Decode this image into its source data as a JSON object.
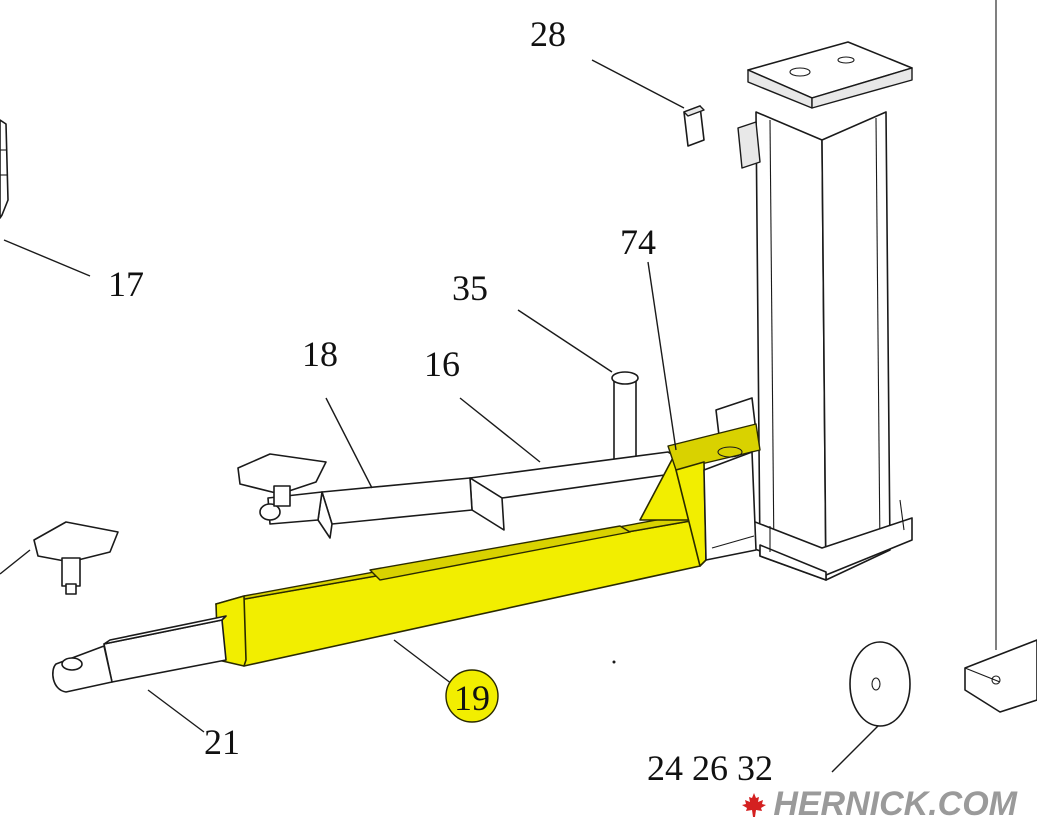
{
  "callouts": {
    "c28": "28",
    "c74": "74",
    "c35": "35",
    "c18": "18",
    "c16": "16",
    "c17": "17",
    "c19": "19",
    "c21": "21",
    "c_bottom": "24 26 32"
  },
  "highlight": {
    "part": "19",
    "color": "#f2ee00"
  },
  "watermark": {
    "text": "HERNICK.COM",
    "icon": "maple-leaf-icon",
    "icon_color": "#d42020",
    "text_color": "#9a9a9a"
  }
}
